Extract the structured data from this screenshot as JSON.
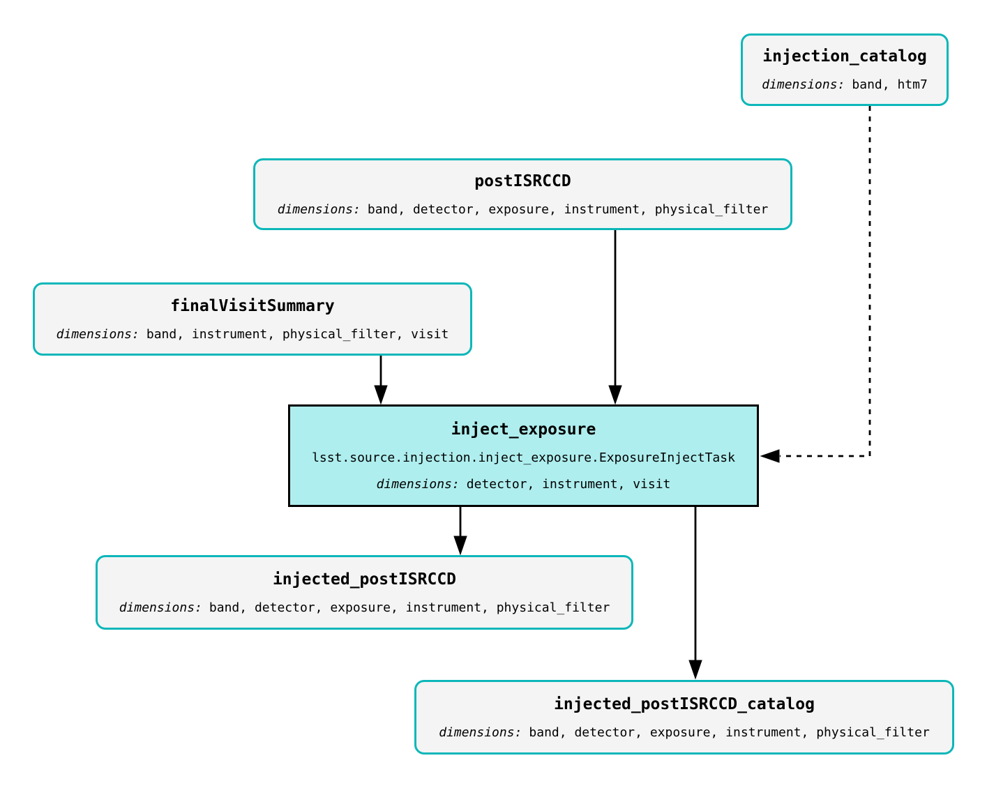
{
  "diagram": {
    "nodes": {
      "injection_catalog": {
        "id": "injection_catalog",
        "type": "dataset",
        "title": "injection_catalog",
        "dimensions_label": "dimensions:",
        "dimensions": "band, htm7"
      },
      "postISRCCD": {
        "id": "postISRCCD",
        "type": "dataset",
        "title": "postISRCCD",
        "dimensions_label": "dimensions:",
        "dimensions": "band, detector, exposure, instrument, physical_filter"
      },
      "finalVisitSummary": {
        "id": "finalVisitSummary",
        "type": "dataset",
        "title": "finalVisitSummary",
        "dimensions_label": "dimensions:",
        "dimensions": "band, instrument, physical_filter, visit"
      },
      "inject_exposure": {
        "id": "inject_exposure",
        "type": "task",
        "title": "inject_exposure",
        "task_class": "lsst.source.injection.inject_exposure.ExposureInjectTask",
        "dimensions_label": "dimensions:",
        "dimensions": "detector, instrument, visit"
      },
      "injected_postISRCCD": {
        "id": "injected_postISRCCD",
        "type": "dataset",
        "title": "injected_postISRCCD",
        "dimensions_label": "dimensions:",
        "dimensions": "band, detector, exposure, instrument, physical_filter"
      },
      "injected_postISRCCD_catalog": {
        "id": "injected_postISRCCD_catalog",
        "type": "dataset",
        "title": "injected_postISRCCD_catalog",
        "dimensions_label": "dimensions:",
        "dimensions": "band, detector, exposure, instrument, physical_filter"
      }
    },
    "edges": [
      {
        "from": "postISRCCD",
        "to": "inject_exposure",
        "style": "solid"
      },
      {
        "from": "finalVisitSummary",
        "to": "inject_exposure",
        "style": "solid"
      },
      {
        "from": "injection_catalog",
        "to": "inject_exposure",
        "style": "dashed"
      },
      {
        "from": "inject_exposure",
        "to": "injected_postISRCCD",
        "style": "solid"
      },
      {
        "from": "inject_exposure",
        "to": "injected_postISRCCD_catalog",
        "style": "solid"
      }
    ],
    "colors": {
      "background": "#ffffff",
      "dataset_fill": "#f4f4f4",
      "dataset_border": "#0db7b9",
      "task_fill": "#afeeee",
      "task_border": "#000000",
      "edge": "#000000",
      "text": "#000000"
    }
  }
}
